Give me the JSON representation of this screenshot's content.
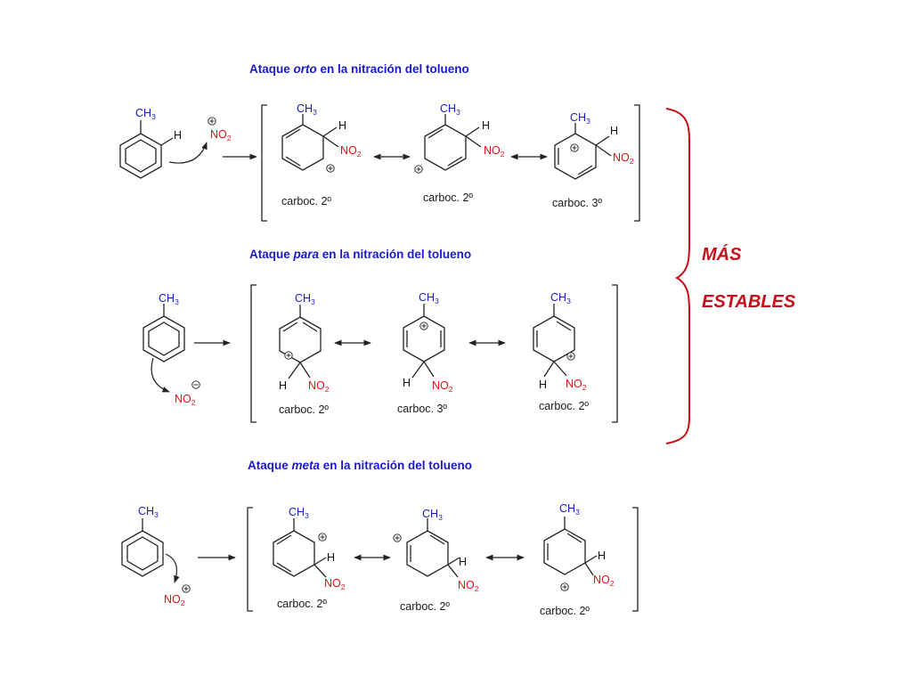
{
  "sections": {
    "orto": {
      "title_prefix": "Ataque ",
      "title_keyword": "orto",
      "title_suffix": " en la nitración del tolueno",
      "labels": [
        "carboc. 2º",
        "carboc. 2º",
        "carboc. 3º"
      ]
    },
    "para": {
      "title_prefix": "Ataque ",
      "title_keyword": "para",
      "title_suffix": " en la nitración del tolueno",
      "labels": [
        "carboc. 2º",
        "carboc. 3º",
        "carboc. 2º"
      ]
    },
    "meta": {
      "title_prefix": "Ataque ",
      "title_keyword": "meta",
      "title_suffix": " en la nitración del tolueno",
      "labels": [
        "carboc. 2º",
        "carboc. 2º",
        "carboc. 2º"
      ]
    }
  },
  "chem": {
    "ch3_main": "CH",
    "ch3_sub": "3",
    "no2_main": "NO",
    "no2_sub": "2",
    "h": "H"
  },
  "annotation": {
    "line1": "MÁS",
    "line2": "ESTABLES"
  },
  "colors": {
    "title": "#1a1acc",
    "methyl": "#1a1acc",
    "nitro": "#e0101a",
    "annotation": "#c8101a"
  }
}
